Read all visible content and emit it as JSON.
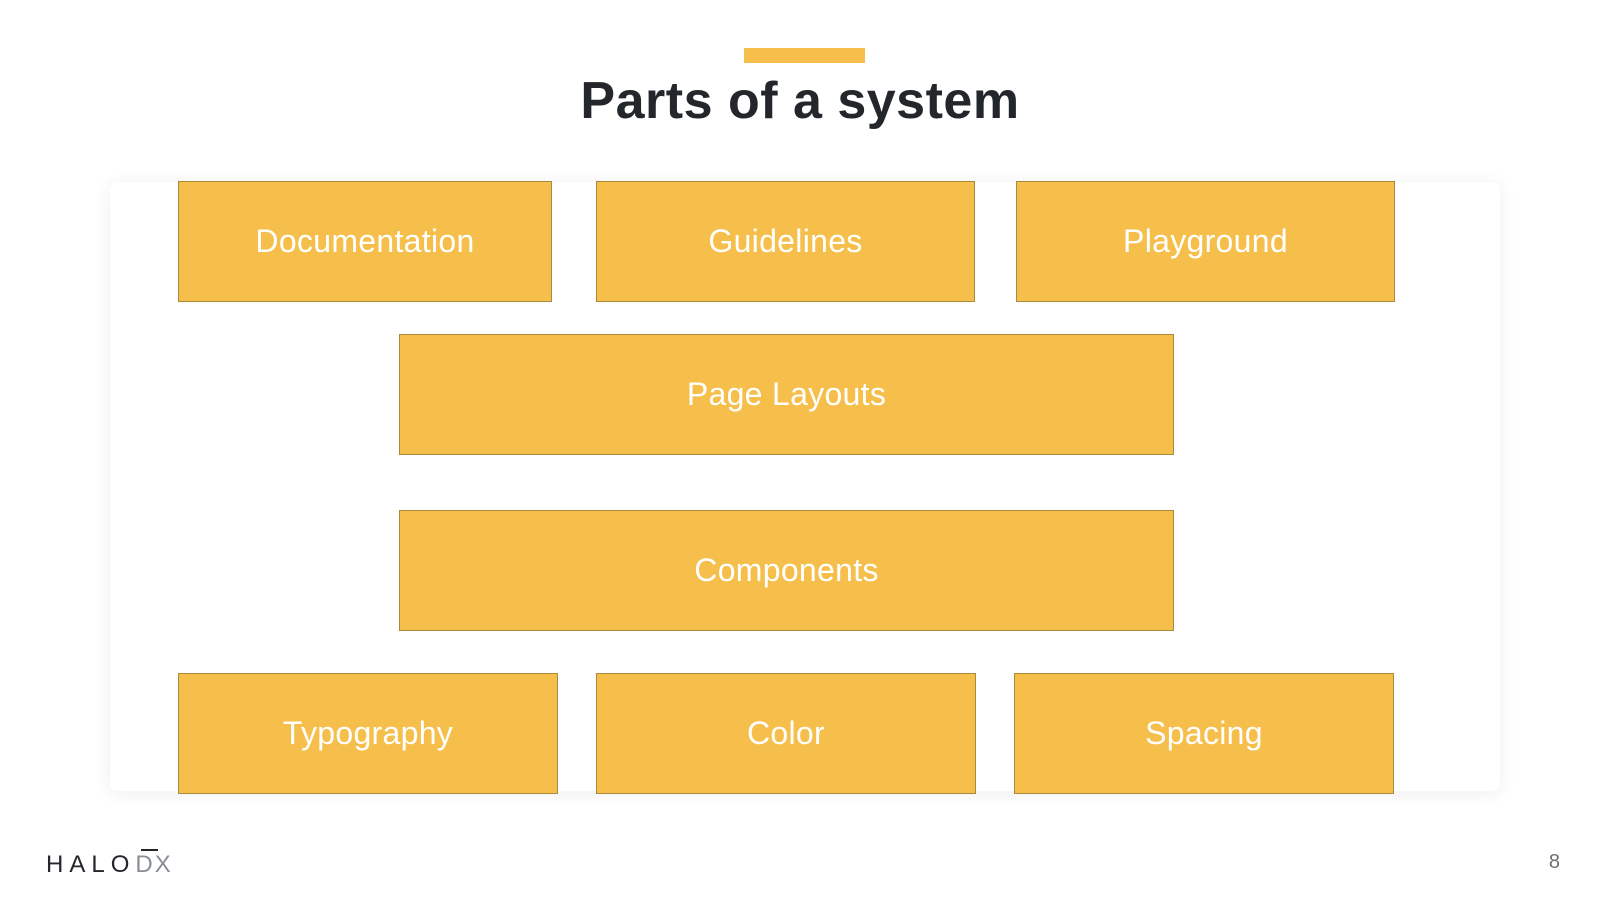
{
  "title": "Parts of a system",
  "blocks": {
    "documentation": "Documentation",
    "guidelines": "Guidelines",
    "playground": "Playground",
    "page_layouts": "Page Layouts",
    "components": "Components",
    "typography": "Typography",
    "color": "Color",
    "spacing": "Spacing"
  },
  "footer": {
    "logo_halo": "HALO",
    "logo_dx": "DX",
    "page_number": "8"
  },
  "colors": {
    "accent": "#f6bf4b",
    "block_border": "#a98a3a",
    "title_text": "#23262b",
    "block_text": "#ffffff"
  }
}
